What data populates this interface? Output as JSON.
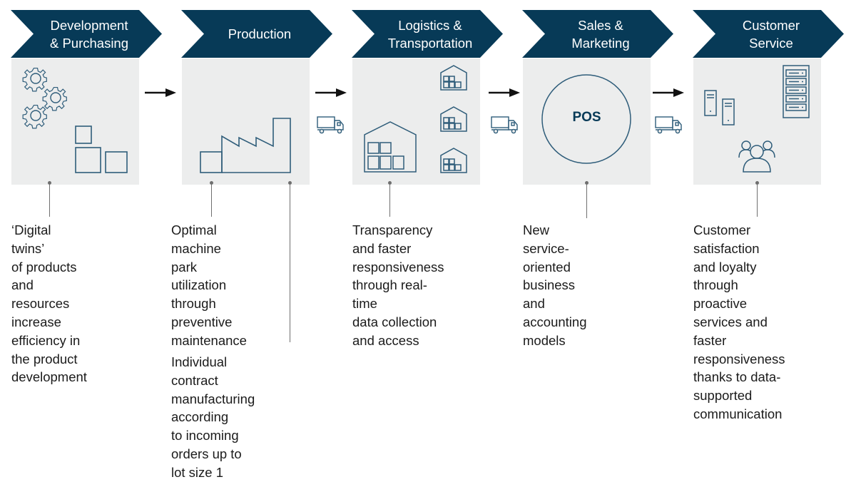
{
  "colors": {
    "chevron_fill": "#073a57",
    "panel_bg": "#eceded",
    "icon_stroke": "#2f5d7a",
    "text": "#1b1b1b",
    "connector": "#6f6f6f"
  },
  "stages": [
    {
      "title": "Development\n& Purchasing",
      "icons": [
        "gears-icon",
        "boxes-icon"
      ],
      "description": "‘Digital twins’\nof products and\nresources increase\nefficiency in\nthe product\ndevelopment"
    },
    {
      "title": "Production",
      "icons": [
        "factory-icon"
      ],
      "description": "Optimal\nmachine park\nutilization\nthrough\npreventive\nmaintenance",
      "extra_description": "Individual contract manufacturing according\nto incoming orders up to lot size 1"
    },
    {
      "title": "Logistics &\nTransportation",
      "icons": [
        "warehouse-icon"
      ],
      "description": "Transparency\nand faster\nresponsiveness\nthrough real-time\ndata collection\nand access"
    },
    {
      "title": "Sales &\nMarketing",
      "icons": [
        "pos-circle-icon"
      ],
      "pos_label": "POS",
      "description": "New service-\noriented business\nand accounting\nmodels"
    },
    {
      "title": "Customer\nService",
      "icons": [
        "server-icon",
        "customers-icon"
      ],
      "description": "Customer satisfaction\nand loyalty through\nproactive services and\nfaster responsiveness\nthanks to data-\nsupported\ncommunication"
    }
  ],
  "connectors": {
    "arrows": [
      "arrow-right-icon",
      "arrow-right-icon",
      "arrow-right-icon",
      "arrow-right-icon"
    ],
    "trucks": [
      "truck-icon",
      "truck-icon",
      "truck-icon"
    ]
  }
}
